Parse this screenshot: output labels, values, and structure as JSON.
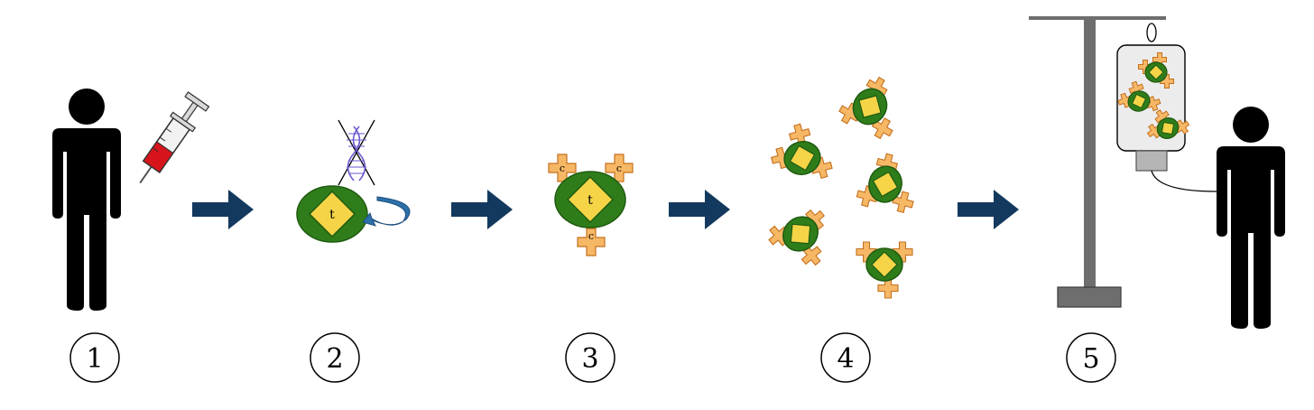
{
  "diagram": {
    "steps": [
      {
        "number": "1",
        "icon": "blood-draw-icon"
      },
      {
        "number": "2",
        "icon": "gene-transfer-icon"
      },
      {
        "number": "3",
        "icon": "car-t-cell-icon"
      },
      {
        "number": "4",
        "icon": "cell-expansion-icon"
      },
      {
        "number": "5",
        "icon": "infusion-icon"
      }
    ],
    "cell_letter": "t",
    "receptor_letter": "c",
    "colors": {
      "arrow": "#14395e",
      "cell_body": "#2f7d1a",
      "cell_outline": "#1f5a10",
      "nucleus": "#f5d547",
      "receptor": "#f7b866",
      "receptor_outline": "#c4701e",
      "blood": "#d7141b",
      "dna": "#6a5acd",
      "curl_arrow": "#2d6fa8",
      "pole": "#6e6e6e",
      "bag": "#ececec",
      "person": "#000000"
    }
  }
}
